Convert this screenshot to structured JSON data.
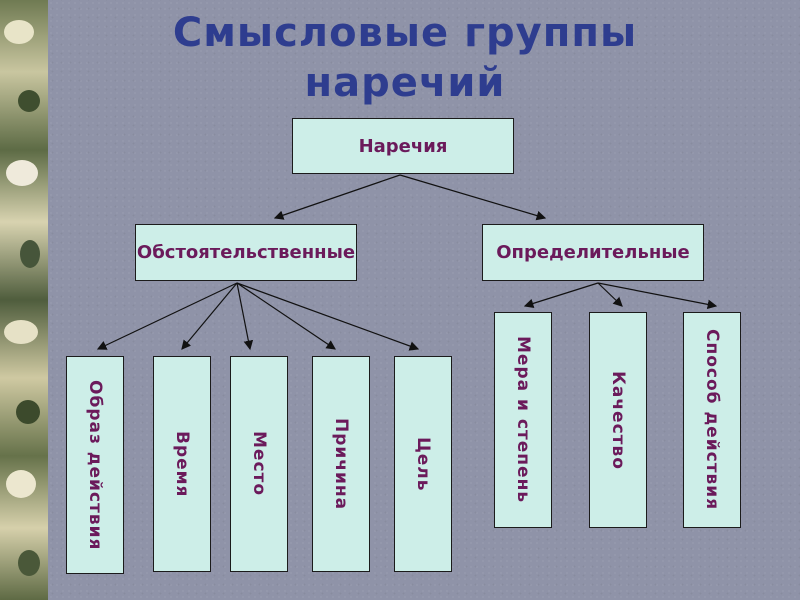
{
  "title_line1": "Смысловые группы",
  "title_line2": "наречий",
  "root": "Наречия",
  "group_left": "Обстоятельственные",
  "group_right": "Определительные",
  "left_items": [
    "Образ действия",
    "Время",
    "Место",
    "Причина",
    "Цель"
  ],
  "right_items": [
    "Мера и степень",
    "Качество",
    "Способ действия"
  ],
  "colors": {
    "title": "#2e3d8f",
    "box_fill": "#cdeee8",
    "box_text": "#6b1a5b",
    "background": "#8f93a8"
  }
}
